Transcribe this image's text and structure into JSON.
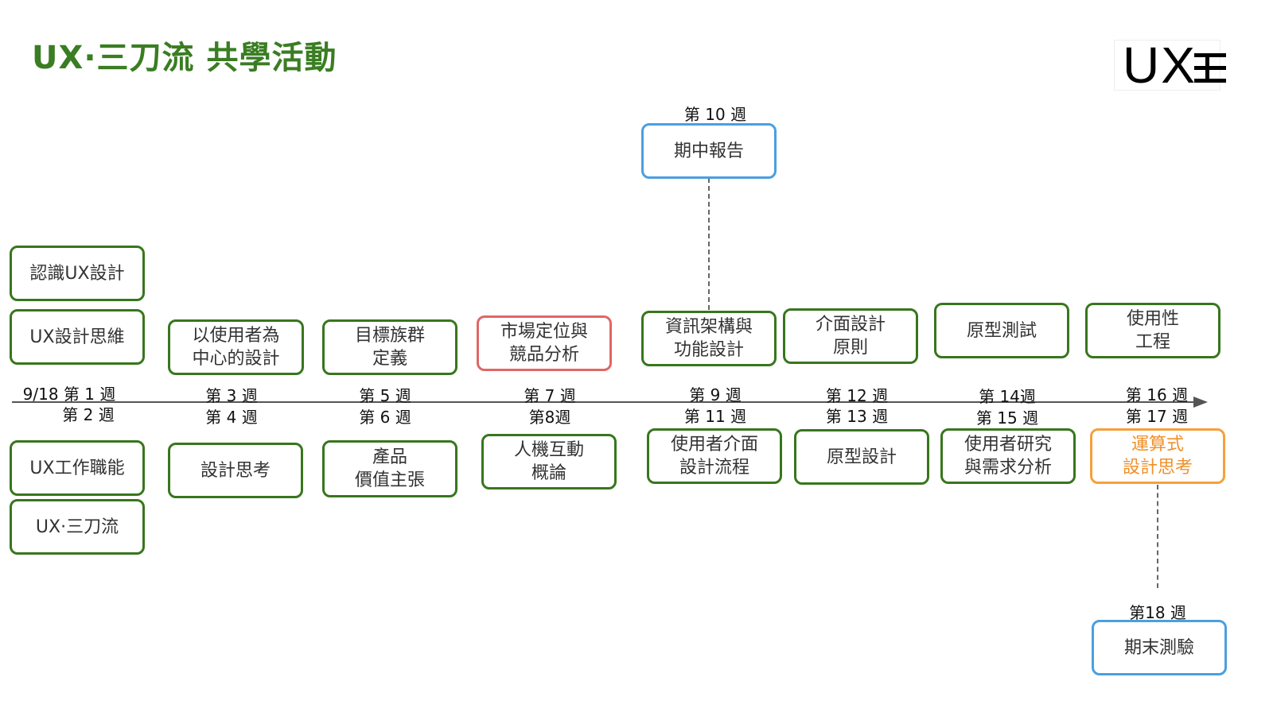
{
  "title": "UX·三刀流 共學活動",
  "logo": {
    "text": "UX"
  },
  "colors": {
    "green": "#38761d",
    "red": "#e06666",
    "blue": "#4a9fe0",
    "orange": "#f6a03c",
    "title": "#3a7d22"
  },
  "week_labels": [
    "9/18 第 1 週",
    "第 2 週",
    "第 3 週",
    "第 4 週",
    "第 5 週",
    "第 6 週",
    "第 7 週",
    "第8週",
    "第 9 週",
    "第 11 週",
    "第 12 週",
    "第 13 週",
    "第 14週",
    "第 15 週",
    "第 16 週",
    "第 17 週",
    "第 10 週",
    "第18 週"
  ],
  "activities": [
    "認識UX設計",
    "UX設計思維",
    "UX工作職能",
    "UX·三刀流",
    "以使用者為\n中心的設計",
    "設計思考",
    "目標族群\n定義",
    "產品\n價值主張",
    "市場定位與\n競品分析",
    "人機互動\n概論",
    "資訊架構與\n功能設計",
    "使用者介面\n設計流程",
    "介面設計\n原則",
    "原型設計",
    "原型測試",
    "使用者研究\n與需求分析",
    "使用性\n工程",
    "運算式\n設計思考",
    "期中報告",
    "期末測驗"
  ]
}
